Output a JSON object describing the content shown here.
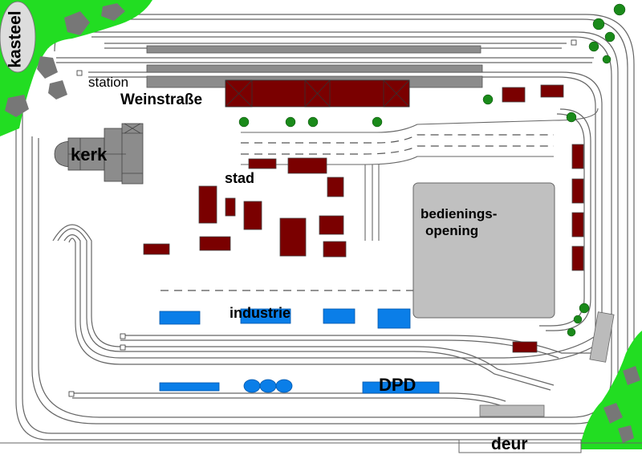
{
  "labels": {
    "kasteel": "kasteel",
    "station": "station",
    "weinstrasse": "Weinstraße",
    "kerk": "kerk",
    "stad": "stad",
    "bedienings_line1": "bedienings-",
    "bedienings_line2": "opening",
    "industrie": "industrie",
    "dpd": "DPD",
    "deur": "deur"
  },
  "colors": {
    "track": "#666666",
    "greenery": "#22dd22",
    "rock": "#777777",
    "building": "#7a0000",
    "industry": "#0a7ee8",
    "platform": "#8c8c8c",
    "service_opening": "#c0c0c0",
    "church": "#8c8c8c"
  }
}
